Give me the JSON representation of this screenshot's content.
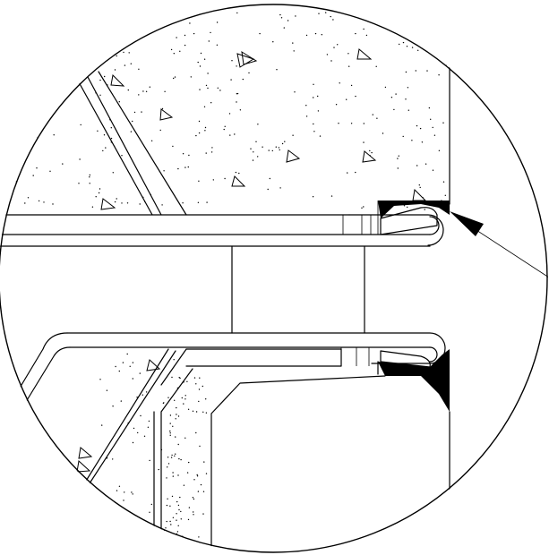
{
  "drawing": {
    "kind": "detail-view",
    "subject": "u-shaped-clip-sealant-detail",
    "colors": {
      "line": "#000000",
      "background": "#ffffff",
      "fill": "#000000"
    },
    "hatch": "concrete-stipple-with-aggregate-triangles"
  }
}
